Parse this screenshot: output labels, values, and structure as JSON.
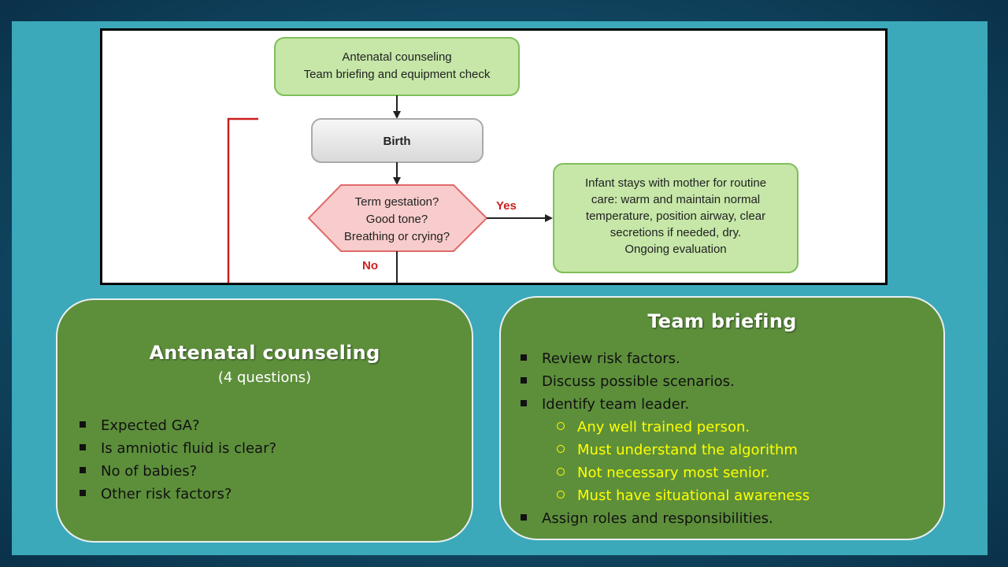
{
  "flowchart": {
    "box1_line1": "Antenatal counseling",
    "box1_line2": "Team briefing and equipment check",
    "box2": "Birth",
    "decision_line1": "Term gestation?",
    "decision_line2": "Good tone?",
    "decision_line3": "Breathing or crying?",
    "yes_label": "Yes",
    "no_label": "No",
    "routine_line1": "Infant stays with mother for routine",
    "routine_line2": "care: warm and maintain normal",
    "routine_line3": "temperature, position airway, clear",
    "routine_line4": "secretions if needed, dry.",
    "routine_line5": "Ongoing evaluation"
  },
  "antenatal": {
    "title": "Antenatal counseling",
    "subtitle": "(4 questions)",
    "items": [
      "Expected GA?",
      "Is amniotic fluid is clear?",
      "No of babies?",
      "Other risk factors?"
    ]
  },
  "team": {
    "title": "Team briefing",
    "items": [
      "Review risk factors.",
      "Discuss possible scenarios.",
      "Identify team leader."
    ],
    "subitems": [
      "Any well trained person.",
      "Must understand the algorithm",
      "Not necessary most senior.",
      "Must have situational awareness"
    ],
    "last_item": "Assign roles and responsibilities."
  },
  "colors": {
    "slide_bg": "#3ba9ba",
    "panel_green": "#5d8f3b",
    "highlight_yellow": "#ffff00",
    "flow_green": "#c6e7a8",
    "flow_red": "#cc1f1f"
  }
}
